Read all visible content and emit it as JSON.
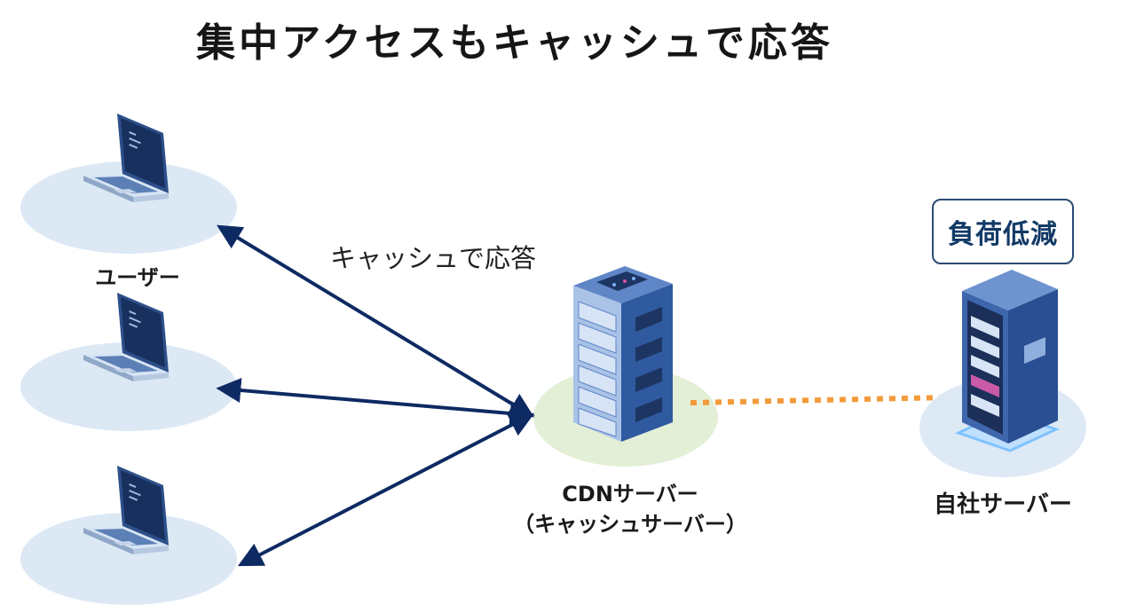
{
  "title": "集中アクセスもキャッシュで応答",
  "users": {
    "label": "ユーザー",
    "count": 3,
    "icon": "laptop-icon"
  },
  "cdn": {
    "label_line1": "CDNサーバー",
    "label_line2": "（キャッシュサーバー）",
    "icon": "server-rack-icon"
  },
  "own_server": {
    "label": "自社サーバー",
    "badge": "負荷低減",
    "icon": "server-tower-icon"
  },
  "response_note": "キャッシュで応答",
  "colors": {
    "arrow": "#0e2a63",
    "dotted_link": "#f39a3a",
    "user_platform": "#dce9f5",
    "cdn_platform": "#e3efd6",
    "server_platform": "#dde9f5"
  }
}
